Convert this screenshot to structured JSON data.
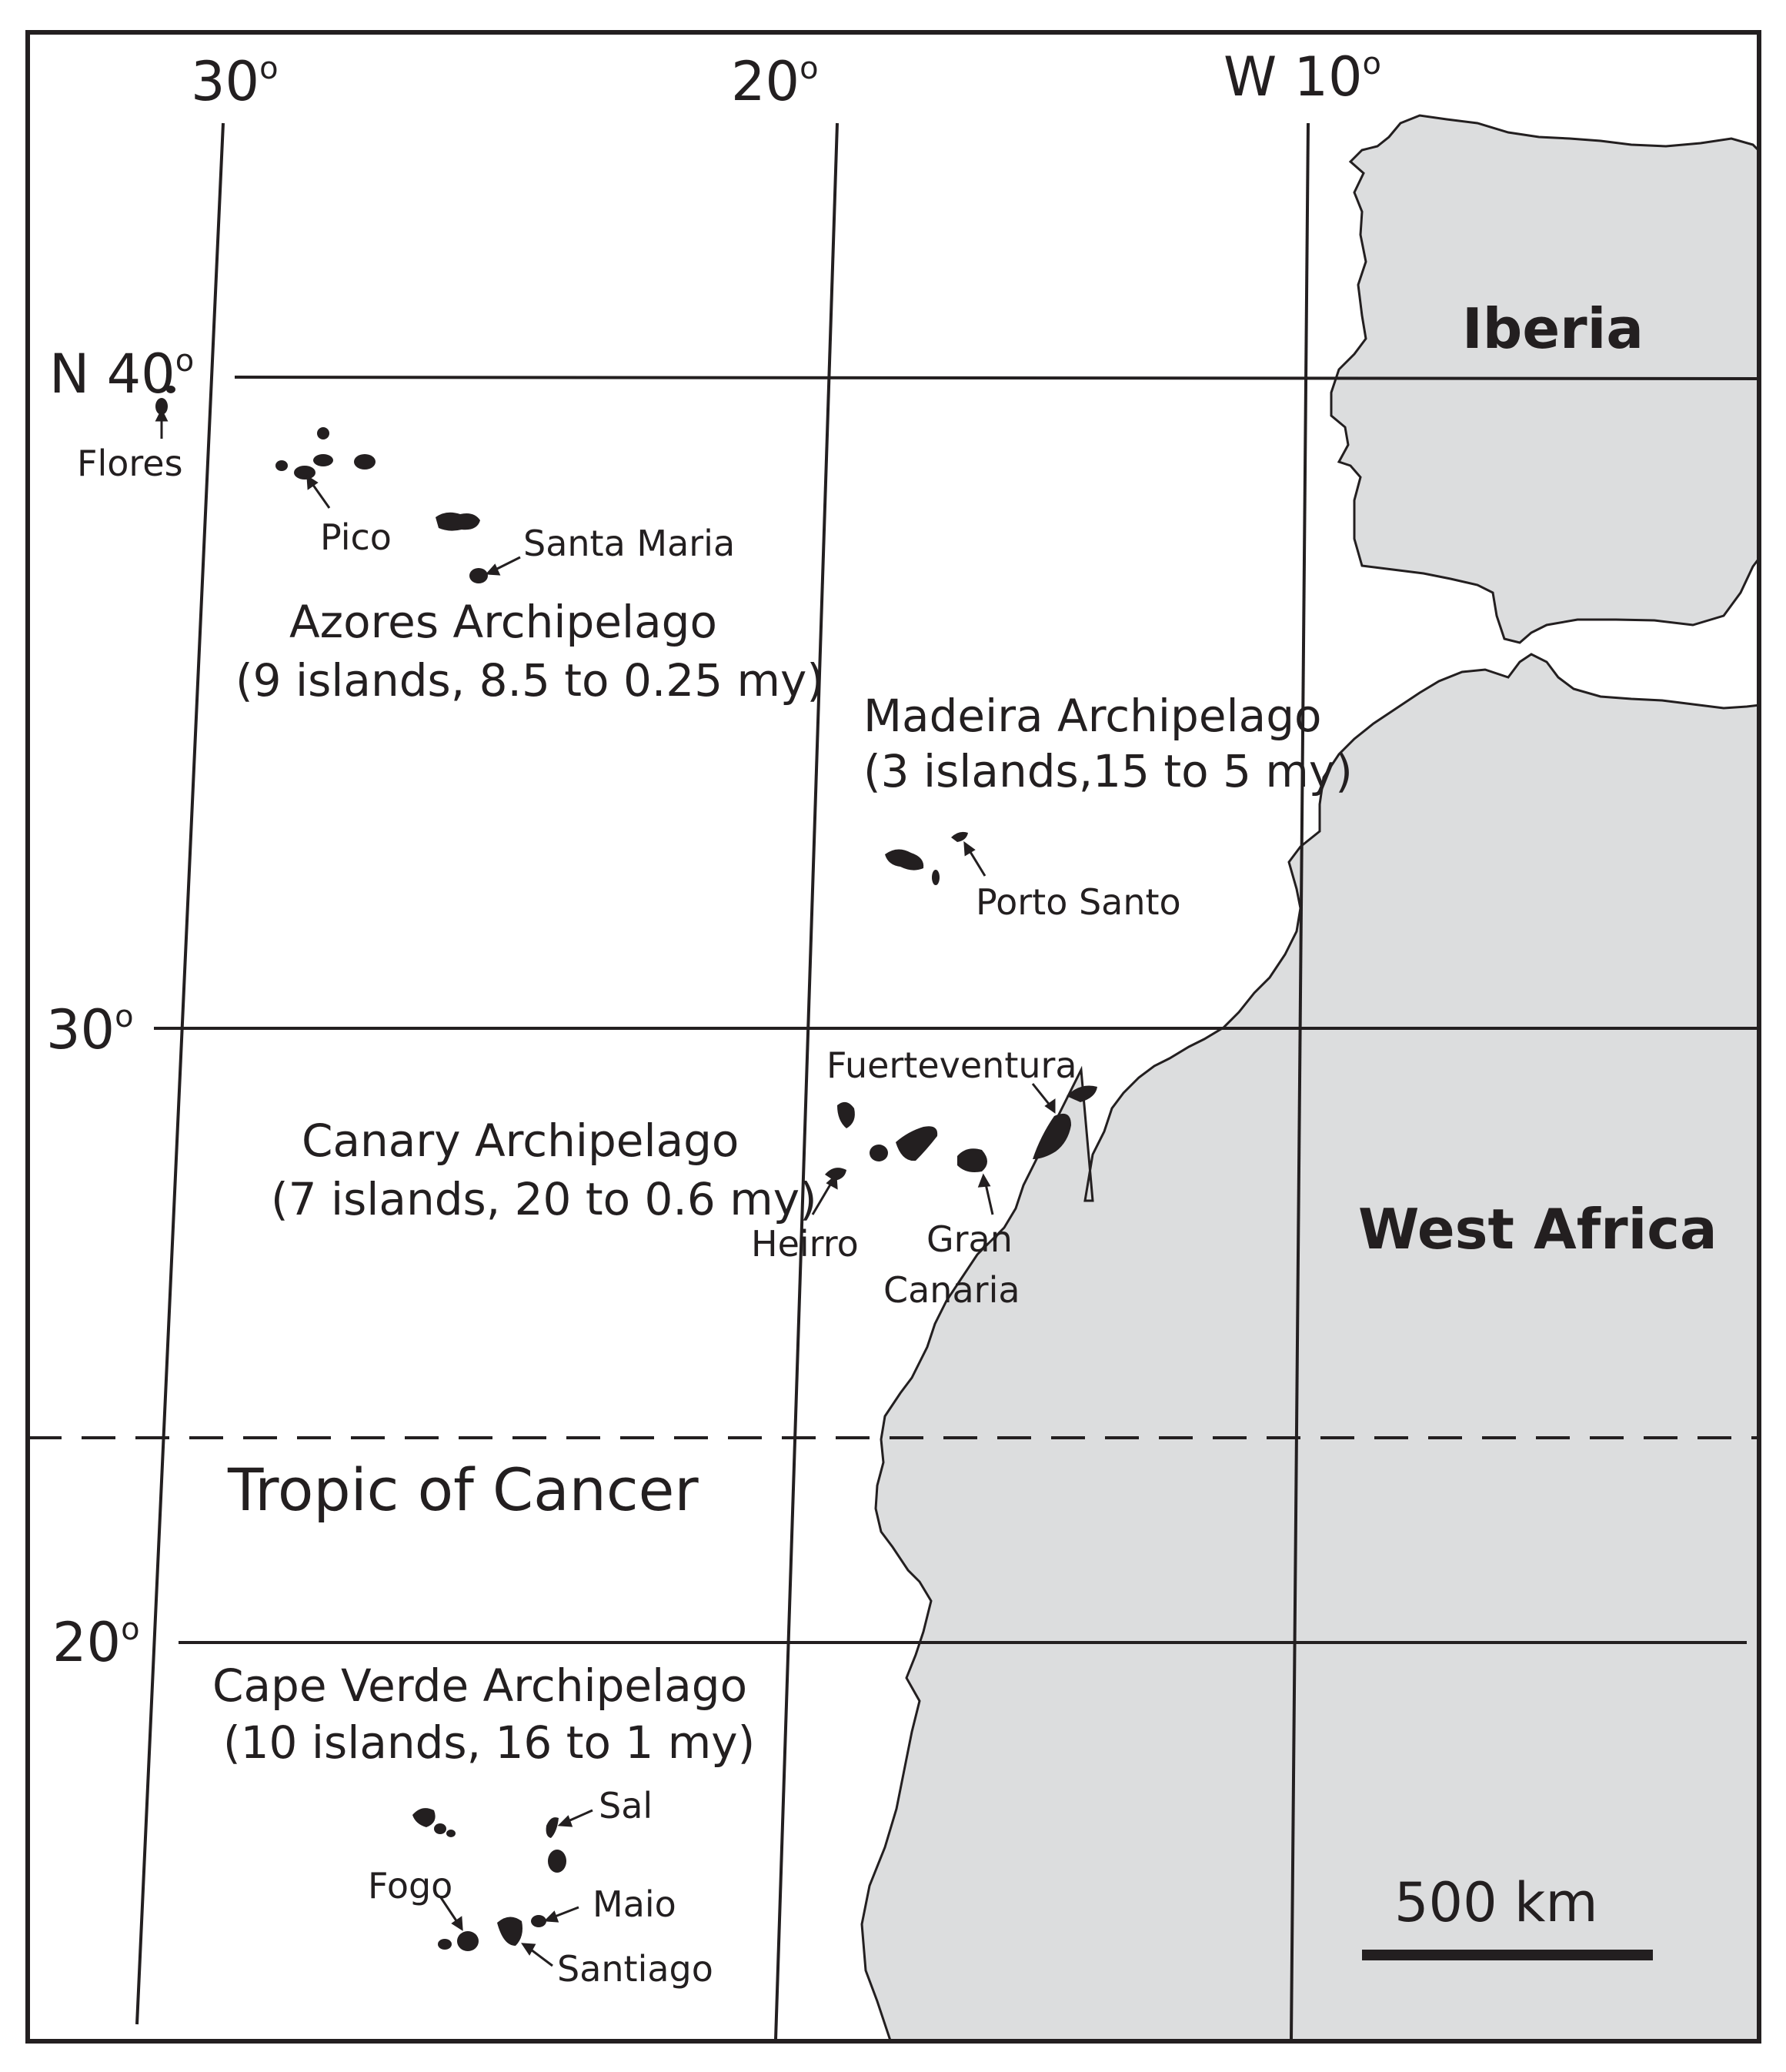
{
  "longitude_labels": {
    "w30": "30",
    "w20": "20",
    "w10": "W 10"
  },
  "latitude_labels": {
    "n40": "N 40",
    "n30": "30",
    "n20": "20"
  },
  "degree_mark": "o",
  "regions": {
    "iberia": "Iberia",
    "west_africa": "West Africa"
  },
  "tropic": "Tropic of Cancer",
  "archipelagos": {
    "azores": {
      "name": "Azores Archipelago",
      "detail": "(9 islands, 8.5 to 0.25 my)"
    },
    "madeira": {
      "name": "Madeira Archipelago",
      "detail": "(3 islands,15 to 5 my)"
    },
    "canary": {
      "name": "Canary Archipelago",
      "detail": "(7 islands, 20 to 0.6 my)"
    },
    "cape_verde": {
      "name": "Cape Verde Archipelago",
      "detail": "(10 islands, 16 to 1 my)"
    }
  },
  "islands": {
    "flores": "Flores",
    "pico": "Pico",
    "santa_maria": "Santa Maria",
    "porto_santo": "Porto Santo",
    "fuerteventura": "Fuerteventura",
    "heirro": "Heirro",
    "gran_canaria_1": "Gran",
    "gran_canaria_2": "Canaria",
    "sal": "Sal",
    "fogo": "Fogo",
    "maio": "Maio",
    "santiago": "Santiago"
  },
  "scale_bar": "500 km",
  "colors": {
    "land": "#dcddde",
    "ink": "#231f20",
    "ocean": "#ffffff"
  }
}
